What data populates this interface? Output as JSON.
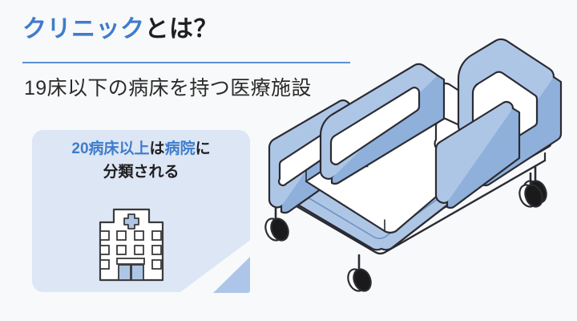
{
  "page": {
    "background_color": "#f8f9fa",
    "accent_color": "#3f7ccb",
    "rule_color": "#5b8fd4",
    "text_color": "#1f1f1f"
  },
  "header": {
    "title_accent": "クリニック",
    "title_plain": "とは？",
    "title_full": "クリニックとは？",
    "subtitle": "19床以下の病床を持つ医療施設"
  },
  "callout": {
    "background_color": "#dde6f5",
    "fold_color": "#adc5e8",
    "line1_accent_a": "20病床以上",
    "line1_plain_a": "は",
    "line1_accent_b": "病院",
    "line1_plain_b": "に",
    "line2": "分類される",
    "full_text": "20病床以上は病院に分類される",
    "icon_name": "hospital-building-icon"
  },
  "hospital_icon": {
    "wall_color": "#ffffff",
    "outline_color": "#3a3a3a",
    "cross_color": "#aec6e6",
    "door_color": "#aec6e6",
    "window_rows": 3,
    "window_columns": 4
  },
  "bed_illustration": {
    "name": "hospital-bed-illustration",
    "rail_color": "#aec6e6",
    "rail_shade_color": "#8fb0da",
    "mattress_color": "#ffffff",
    "outline_color": "#2b2b33",
    "wheel_color": "#1a1a1a",
    "parts": [
      "headboard",
      "footboard",
      "left-side-rail",
      "right-side-rail",
      "mattress",
      "pillow",
      "base-frame",
      "caster-wheels"
    ],
    "wheel_count": 4
  }
}
